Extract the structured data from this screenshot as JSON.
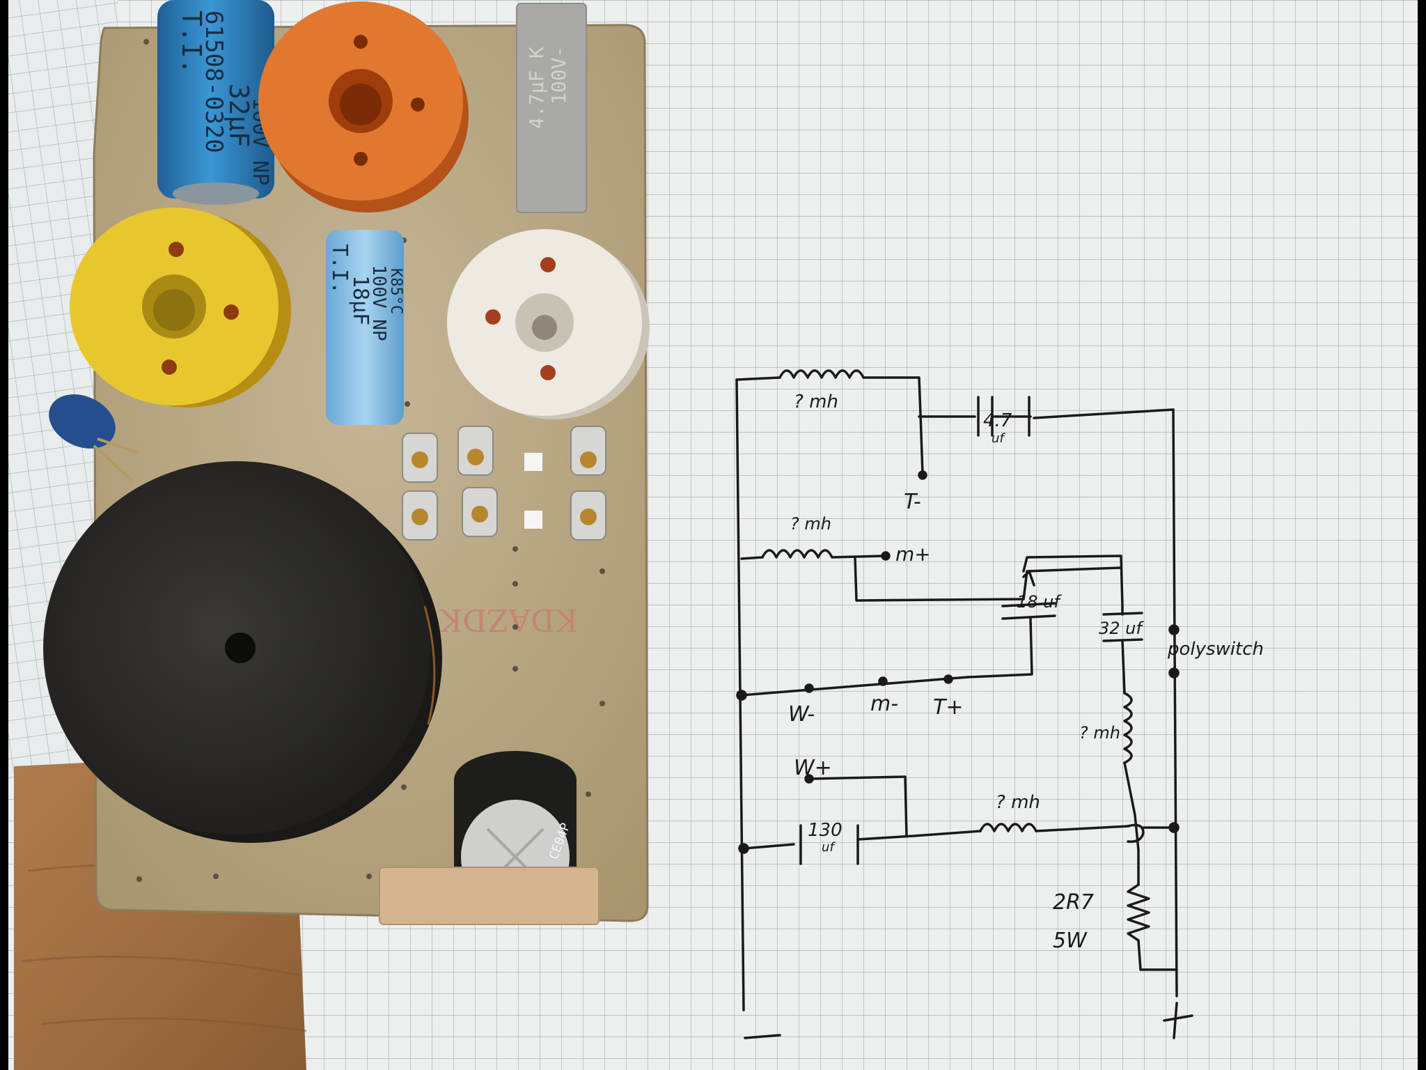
{
  "photo": {
    "description_free": true,
    "board_marking": "KDAZDK",
    "components": {
      "cap_blue_large": {
        "lines": [
          "T.I.",
          "61508-0320",
          "32μF",
          "100V NP"
        ]
      },
      "cap_film": {
        "lines": [
          "4.7μF K",
          "100V-"
        ]
      },
      "cap_blue_small": {
        "lines": [
          "T.I.",
          "18μF",
          "100V NP",
          "K85°C"
        ]
      },
      "cap_black": {
        "lines": [
          "CE04P"
        ]
      }
    }
  },
  "schematic": {
    "labels": {
      "tweeter_inductor": "? mh",
      "tweeter_cap": "4.7",
      "tweeter_cap_unit": "uf",
      "t_minus": "T-",
      "mid_inductor": "? mh",
      "m_plus": "m+",
      "mid_cap": "18 uf",
      "cap_32": "32 uf",
      "polyswitch": "polyswitch",
      "w_minus": "W-",
      "m_minus": "m-",
      "t_plus": "T+",
      "inductor_right": "? mh",
      "w_plus": "W+",
      "cap_130": "130",
      "cap_130_unit": "uf",
      "woofer_inductor": "? mh",
      "resistor_value": "2R7",
      "resistor_power": "5W",
      "plus_terminal": "+",
      "minus_terminal": "—"
    }
  },
  "colors": {
    "paper": "#ecefee",
    "grid": "#a8b4bc",
    "board": "#b8a788",
    "blue_cap": "#2f86c4",
    "light_blue_cap": "#8fc3e6",
    "orange_coil": "#e2782f",
    "yellow_coil": "#e8c72e",
    "white_coil": "#eeeae1",
    "black_coil": "#2b2a28",
    "wood": "#a77447",
    "ink": "#1a1a1a"
  }
}
